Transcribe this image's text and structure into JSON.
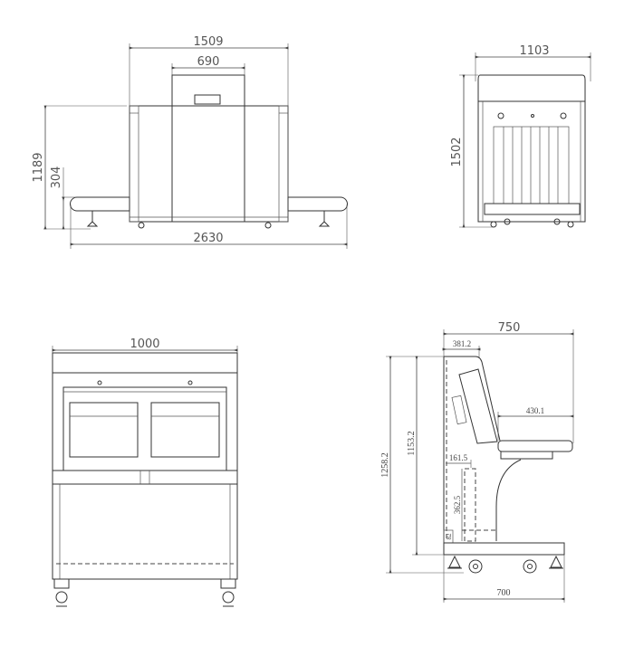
{
  "views": {
    "front": {
      "width_top": "1509",
      "tunnel_width": "690",
      "height": "1189",
      "conveyor_height": "304",
      "total_length": "2630"
    },
    "side": {
      "width": "1103",
      "height": "1502"
    },
    "operator_front": {
      "width": "1000"
    },
    "operator_side": {
      "depth": "750",
      "top_depth": "381.2",
      "total_height": "1258.2",
      "desk_height": "1153.2",
      "shelf_width": "430.1",
      "inner_width": "161.5",
      "inner_height": "362.5",
      "base_gap": "82",
      "base_depth": "700"
    }
  }
}
